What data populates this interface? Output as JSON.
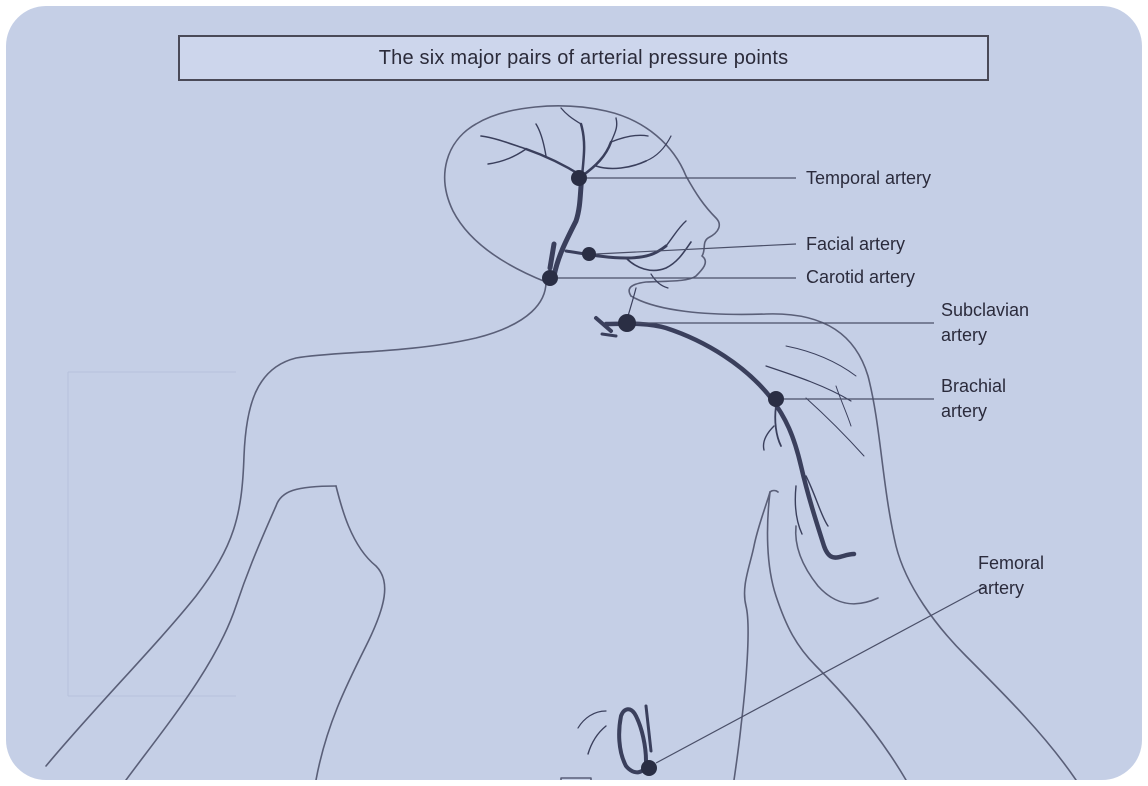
{
  "title": "The six major pairs of arterial pressure points",
  "labels": {
    "temporal": "Temporal artery",
    "facial": "Facial artery",
    "carotid": "Carotid artery",
    "subclavian_line1": "Subclavian",
    "subclavian_line2": "artery",
    "brachial_line1": "Brachial",
    "brachial_line2": "artery",
    "femoral_line1": "Femoral",
    "femoral_line2": "artery"
  },
  "colors": {
    "background": "#c5cfe6",
    "outline": "#5a5f78",
    "artery": "#3a3f5c",
    "pressure_point": "#2a2e44",
    "text": "#2b2b3c"
  }
}
